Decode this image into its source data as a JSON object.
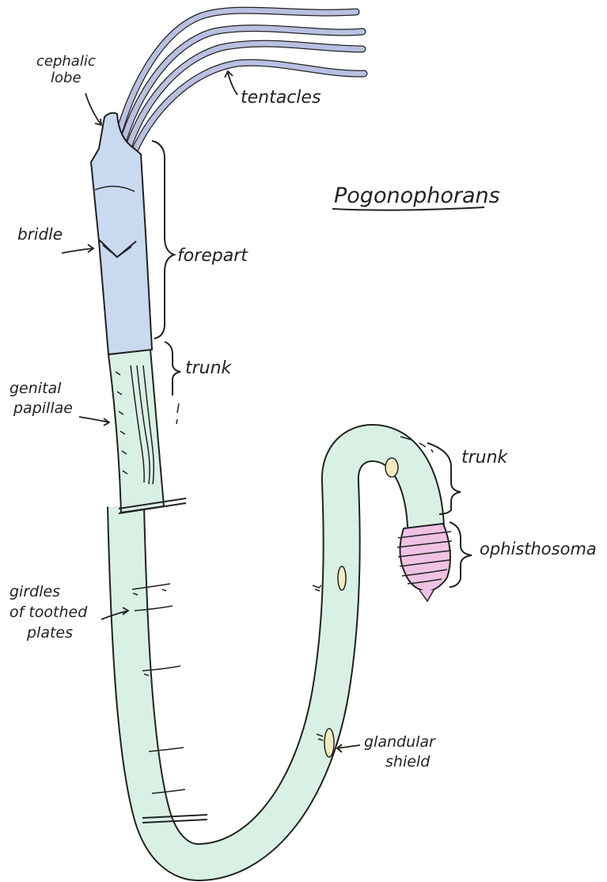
{
  "title": "Pogonophorans",
  "labels": {
    "cephalic_lobe_line1": "cephalic",
    "cephalic_lobe_line2": "lobe",
    "tentacles": "tentacles",
    "bridle": "bridle",
    "forepart": "forepart",
    "trunk_upper": "trunk",
    "genital_line1": "genital",
    "genital_line2": "papillae",
    "girdles_line1": "girdles",
    "girdles_line2": "of toothed",
    "girdles_line3": "plates",
    "trunk_right": "trunk",
    "opisthosoma": "ophisthosoma",
    "glandular_line1": "glandular",
    "glandular_line2": "shield"
  },
  "colors": {
    "forepart": "#c9d9ef",
    "trunk": "#d9f1e4",
    "tentacles": "#b9c0e0",
    "opisthosoma": "#efc2e4",
    "shield": "#f1ebbf",
    "ink": "#222222"
  }
}
